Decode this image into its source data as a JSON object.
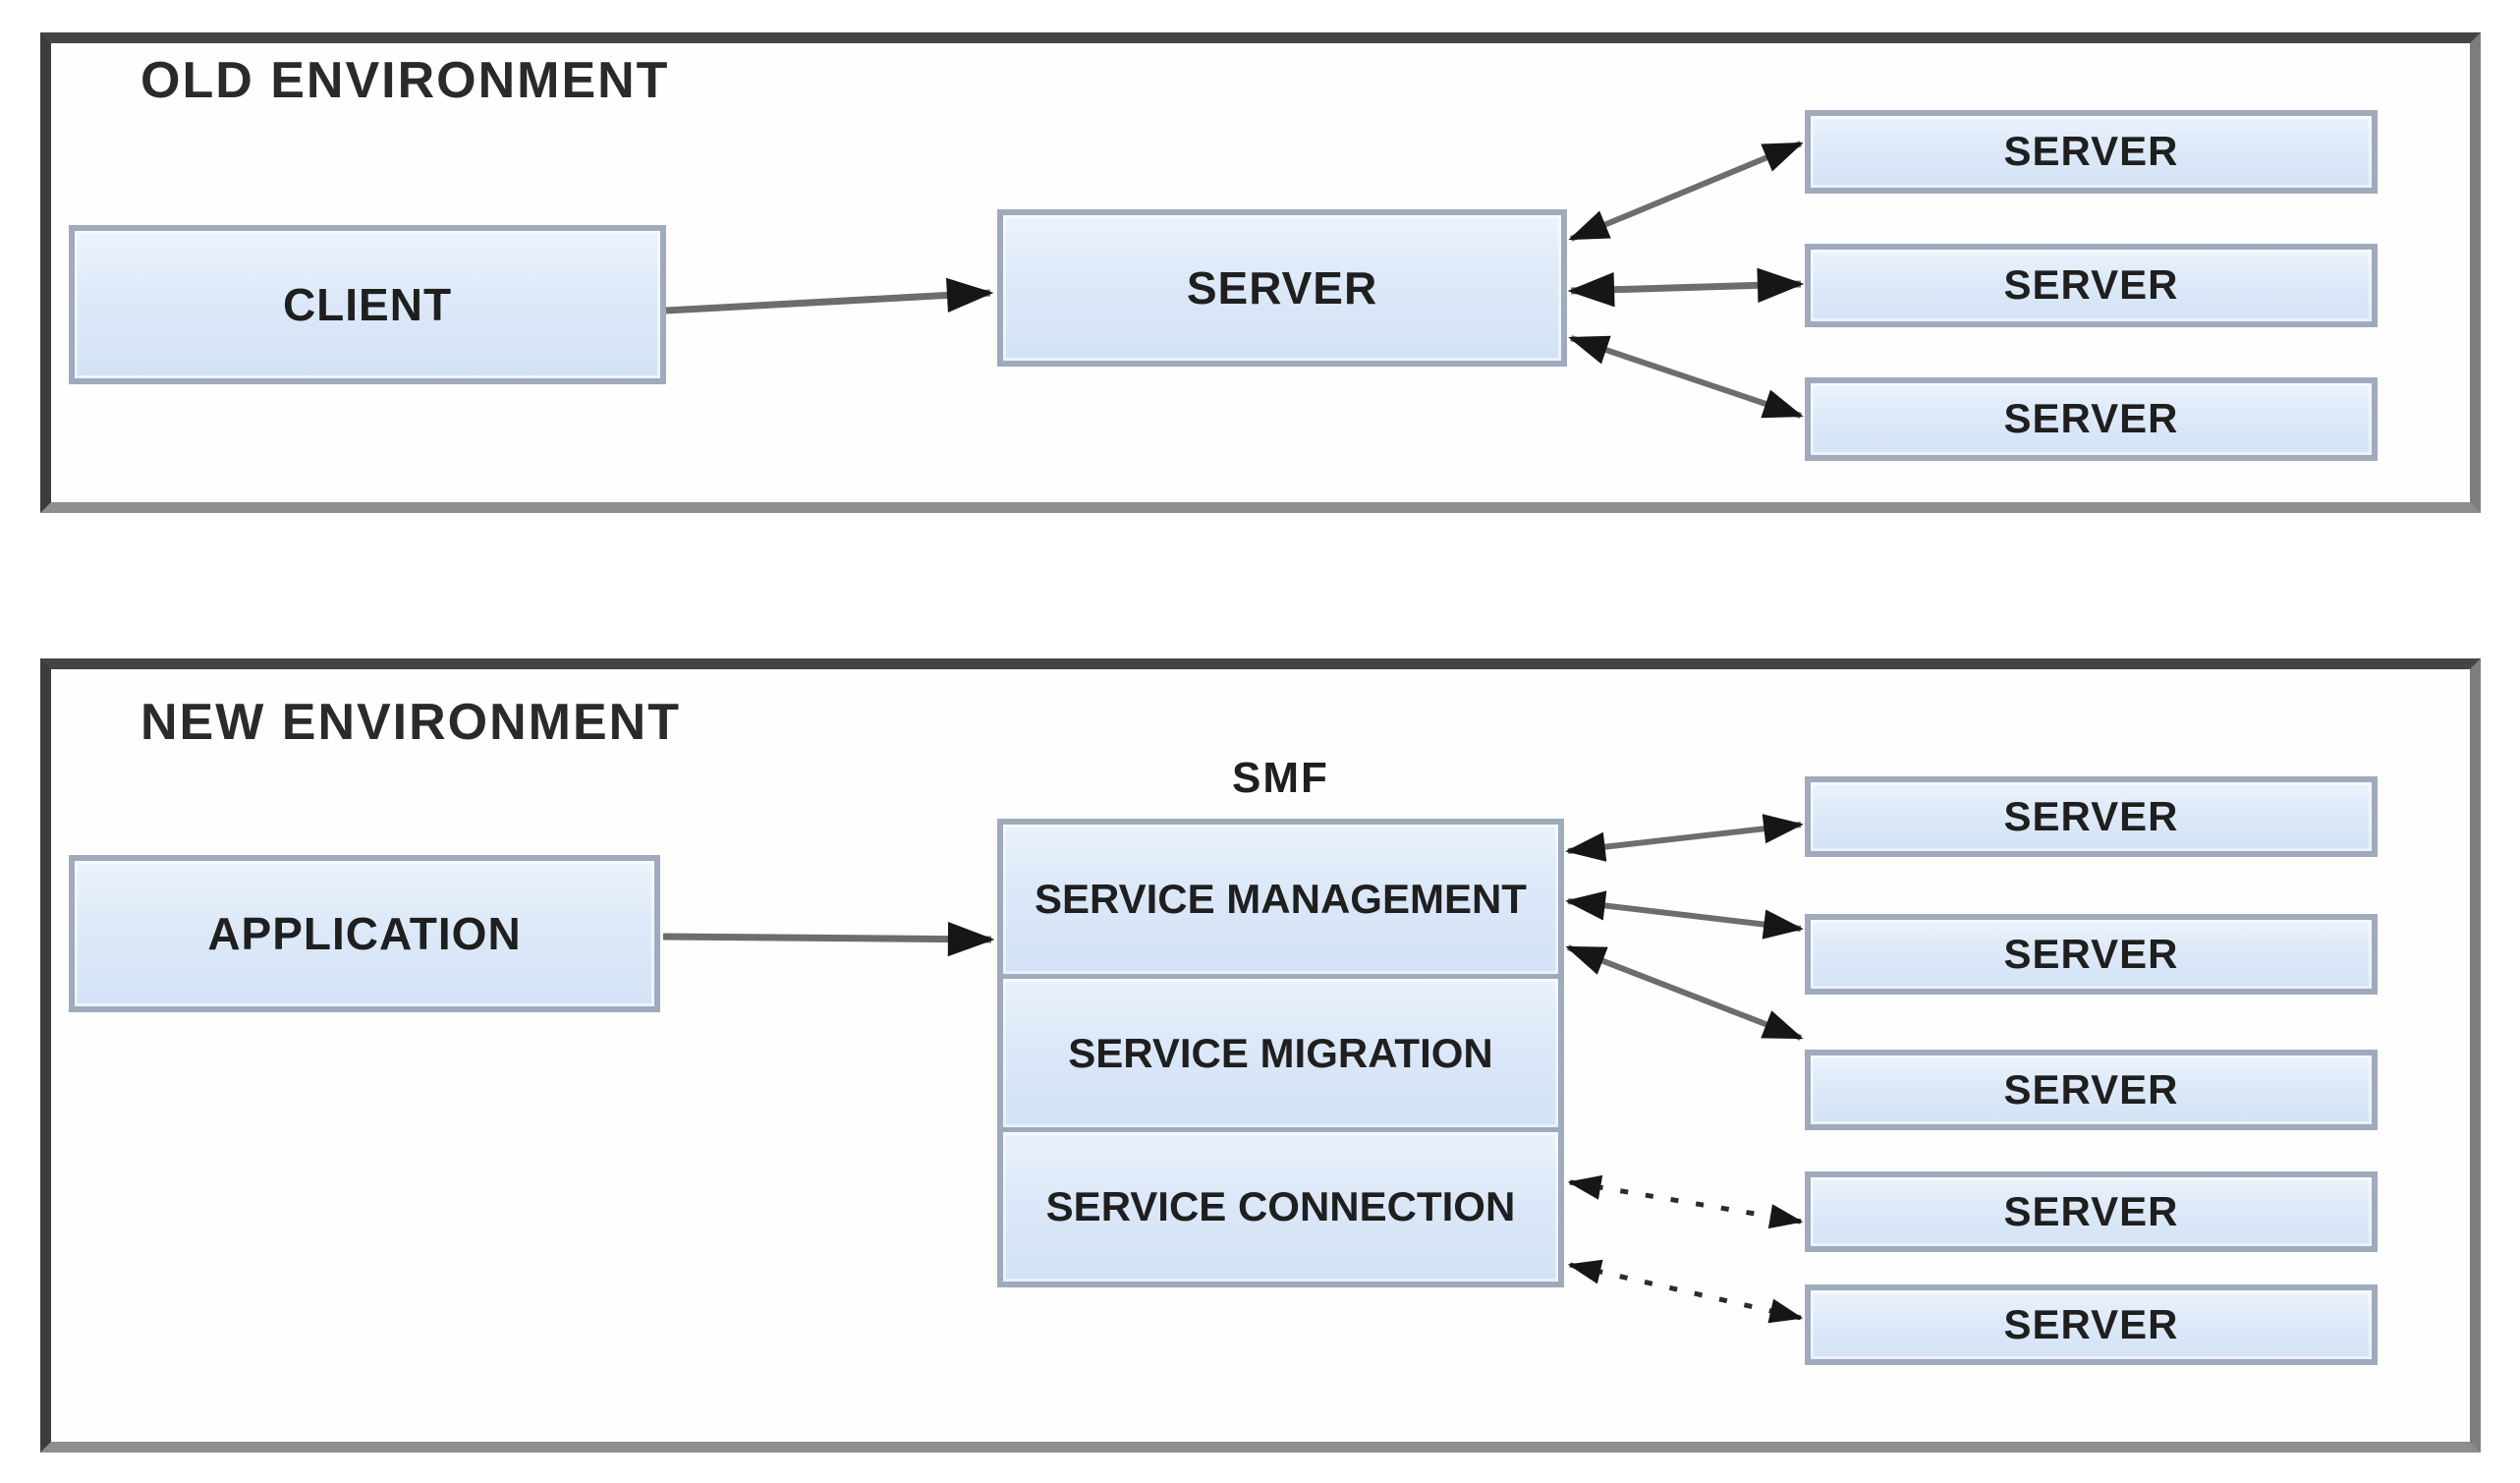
{
  "diagram": {
    "kind": "architecture-comparison"
  },
  "old_environment": {
    "title": "OLD ENVIRONMENT",
    "client_label": "CLIENT",
    "server_label": "SERVER",
    "servers": [
      {
        "label": "SERVER"
      },
      {
        "label": "SERVER"
      },
      {
        "label": "SERVER"
      }
    ]
  },
  "new_environment": {
    "title": "NEW ENVIRONMENT",
    "application_label": "APPLICATION",
    "smf": {
      "caption": "SMF",
      "modules": [
        {
          "label": "SERVICE\nMANAGEMENT"
        },
        {
          "label": "SERVICE\nMIGRATION"
        },
        {
          "label": "SERVICE\nCONNECTION"
        }
      ]
    },
    "servers": [
      {
        "label": "SERVER"
      },
      {
        "label": "SERVER"
      },
      {
        "label": "SERVER"
      },
      {
        "label": "SERVER"
      },
      {
        "label": "SERVER"
      }
    ]
  },
  "colors": {
    "box_fill": "#dde9f8",
    "box_border": "#9fabbc",
    "panel_border_dark": "#454545",
    "panel_border_light": "#8e8e8e",
    "arrow_line": "#6d6d6d",
    "arrow_head": "#161616",
    "dashed_line": "#2c2c2c",
    "text": "#1f1f1f"
  }
}
